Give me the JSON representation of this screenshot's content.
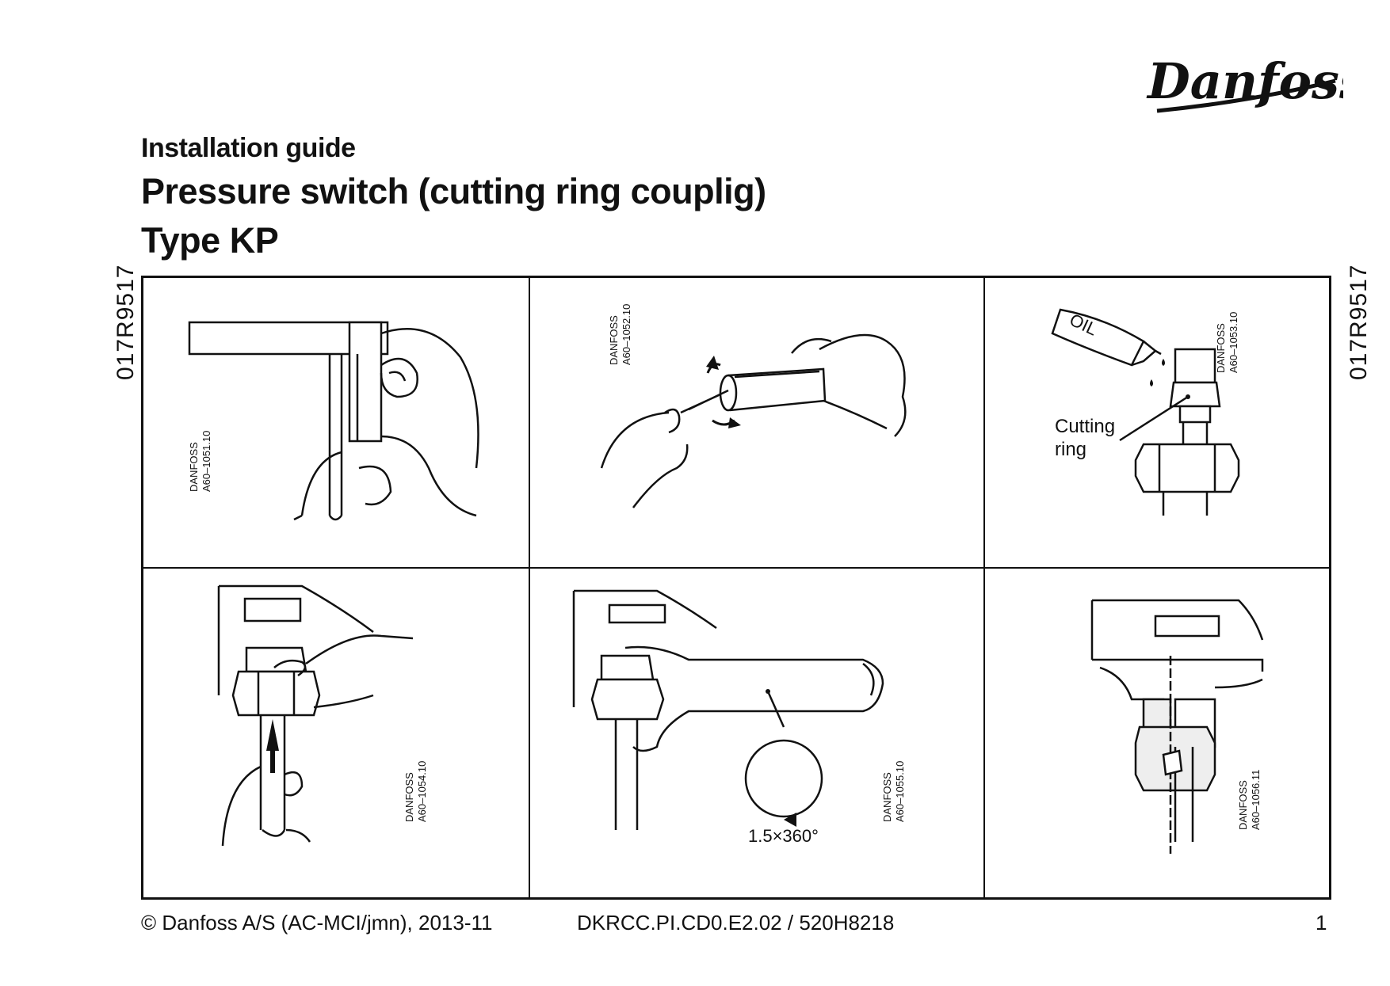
{
  "brand": {
    "name": "Danfoss"
  },
  "header": {
    "subtitle": "Installation guide",
    "title": "Pressure switch (cutting ring couplig)",
    "type": "Type KP"
  },
  "side_code": "017R9517",
  "panels": [
    {
      "code_brand": "DANFOSS",
      "code": "A60–1051.10",
      "icon": "bend-pipe-hands"
    },
    {
      "code_brand": "DANFOSS",
      "code": "A60–1052.10",
      "icon": "deburr-pipe"
    },
    {
      "code_brand": "DANFOSS",
      "code": "A60–1053.10",
      "icon": "oil-cutting-ring",
      "label_line1": "Cutting",
      "label_line2": "ring",
      "oil_text": "OIL"
    },
    {
      "code_brand": "DANFOSS",
      "code": "A60–1054.10",
      "icon": "insert-pipe"
    },
    {
      "code_brand": "DANFOSS",
      "code": "A60–1055.10",
      "icon": "tighten-wrench",
      "turns": "1.5×360°"
    },
    {
      "code_brand": "DANFOSS",
      "code": "A60–1056.11",
      "icon": "coupling-section"
    }
  ],
  "footer": {
    "copyright": "© Danfoss A/S (AC-MCI/jmn), 2013-11",
    "doc_code": "DKRCC.PI.CD0.E2.02 / 520H8218",
    "page": "1"
  }
}
